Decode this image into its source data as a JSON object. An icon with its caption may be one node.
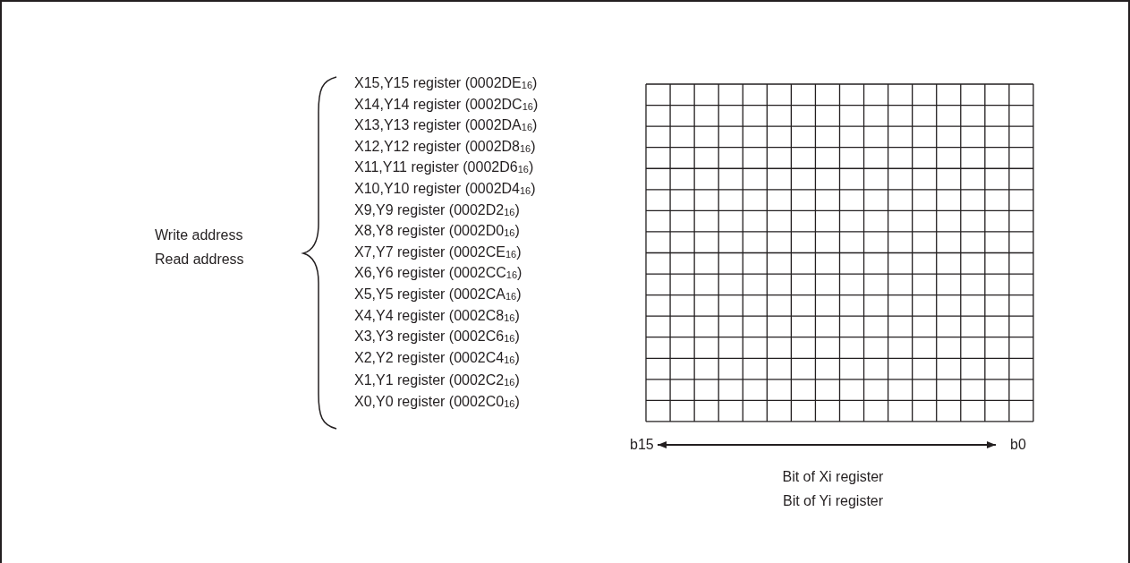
{
  "diagram": {
    "nodes": [
      {
        "text": [
          "b15"
        ]
      },
      {
        "text": [
          "b0"
        ]
      }
    ],
    "edges": [
      {
        "from": 0,
        "to": 1,
        "arrow": "both"
      }
    ],
    "labels": [
      "Write address",
      "Read address",
      "X15,Y15 register (0002DE$_{16}$)",
      "X14,Y14 register (0002DC$_{16}$)",
      "X13,Y13 register (0002DA$_{16}$)",
      "X12,Y12 register (0002D8$_{16}$)",
      "X11,Y11 register (0002D6$_{16}$)",
      "X10,Y10 register (0002D4$_{16}$)",
      "X9,Y9 register (0002D2$_{16}$)",
      "X8,Y8 register (0002D0$_{16}$)",
      "X7,Y7 register (0002CE$_{16}$)",
      "X6,Y6 register (0002CC$_{16}$)",
      "X5,Y5 register (0002CA$_{16}$)",
      "X4,Y4 register (0002C8$_{16}$)",
      "X3,Y3 register (0002C6$_{16}$)",
      "X2,Y2 register (0002C4$_{16}$)",
      "X1,Y1 register (0002C2$_{16}$)",
      "X0,Y0 register (0002C0$_{16}$)",
      "Bit of Xi register",
      "Bit of Yi register"
    ]
  }
}
